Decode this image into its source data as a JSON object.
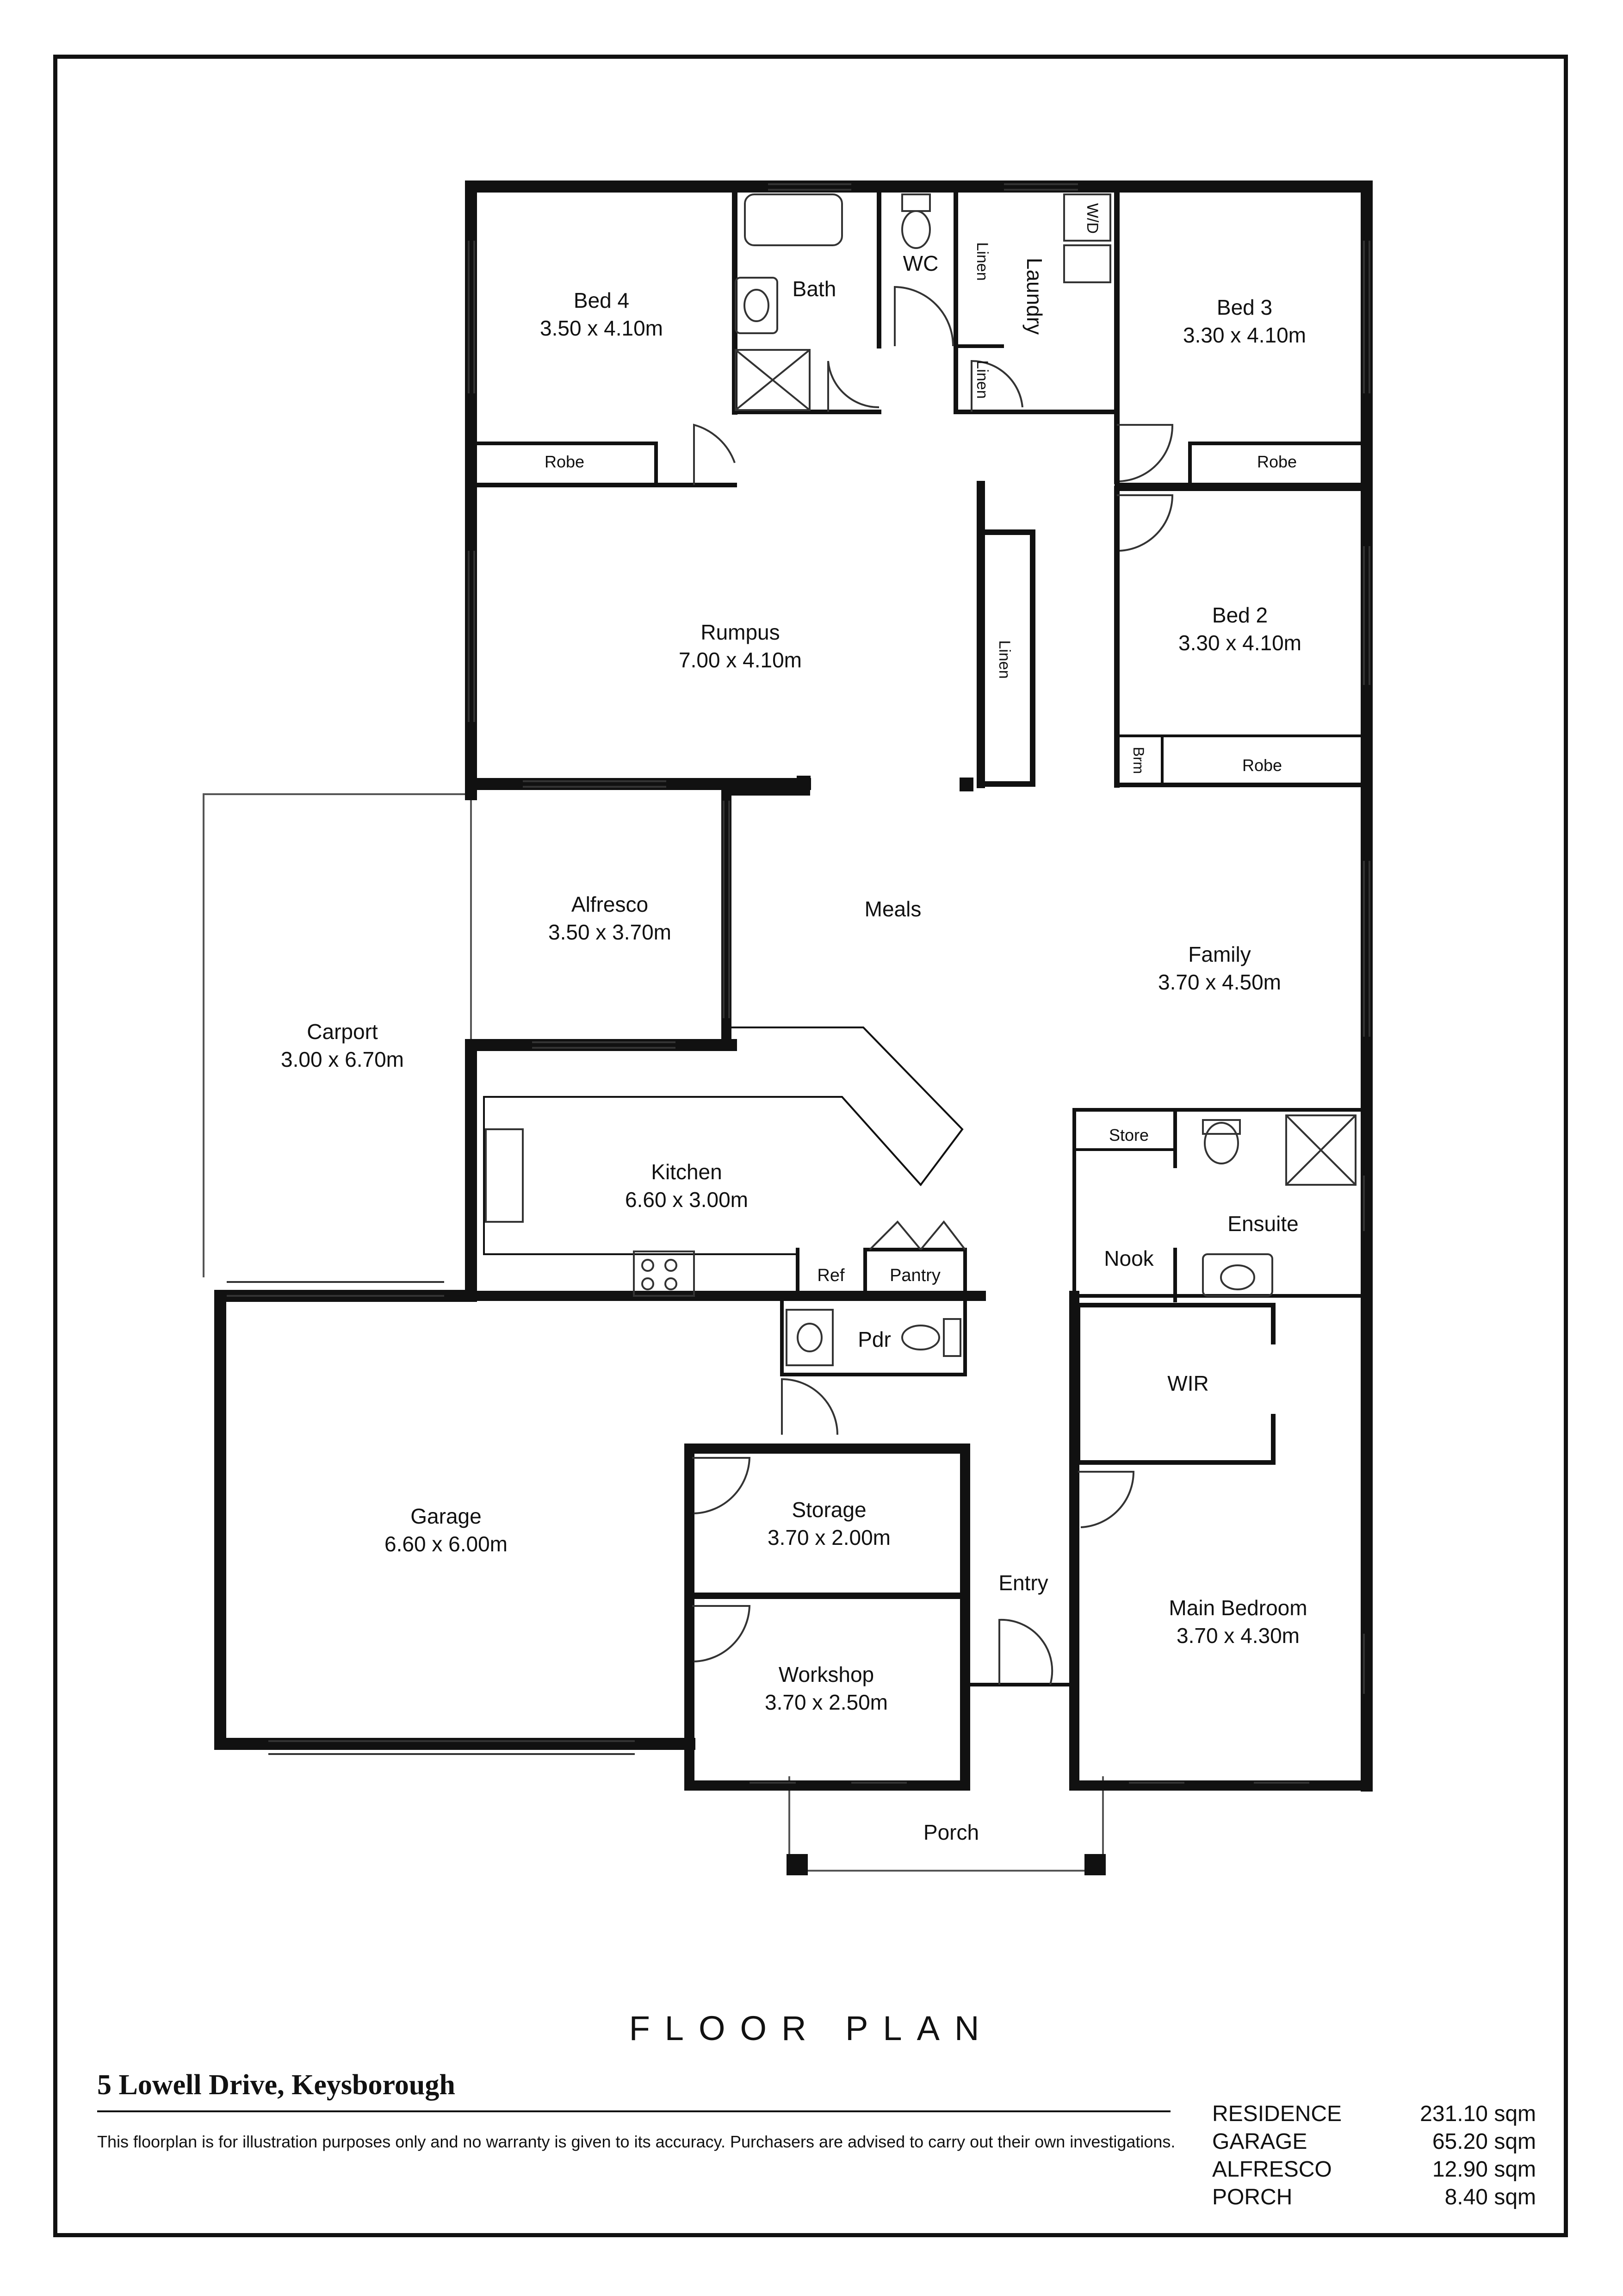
{
  "rooms": {
    "bed4": {
      "name": "Bed 4",
      "size": "3.50 x 4.10m"
    },
    "bath": {
      "name": "Bath"
    },
    "wc": {
      "name": "WC"
    },
    "linen_top": {
      "name": "Linen"
    },
    "laundry": {
      "name": "Laundry"
    },
    "linen_small": {
      "name": "Linen"
    },
    "wd": {
      "name": "W/D"
    },
    "bed3": {
      "name": "Bed 3",
      "size": "3.30 x 4.10m"
    },
    "robe_bed4": {
      "name": "Robe"
    },
    "robe_bed3": {
      "name": "Robe"
    },
    "rumpus": {
      "name": "Rumpus",
      "size": "7.00 x 4.10m"
    },
    "linen_hall": {
      "name": "Linen"
    },
    "bed2": {
      "name": "Bed 2",
      "size": "3.30 x 4.10m"
    },
    "brm": {
      "name": "Brm"
    },
    "robe_bed2": {
      "name": "Robe"
    },
    "alfresco": {
      "name": "Alfresco",
      "size": "3.50 x 3.70m"
    },
    "meals": {
      "name": "Meals"
    },
    "family": {
      "name": "Family",
      "size": "3.70 x 4.50m"
    },
    "carport": {
      "name": "Carport",
      "size": "3.00 x 6.70m"
    },
    "kitchen": {
      "name": "Kitchen",
      "size": "6.60 x 3.00m"
    },
    "ref": {
      "name": "Ref"
    },
    "pantry": {
      "name": "Pantry"
    },
    "store": {
      "name": "Store"
    },
    "ensuite": {
      "name": "Ensuite"
    },
    "nook": {
      "name": "Nook"
    },
    "pdr": {
      "name": "Pdr"
    },
    "wir": {
      "name": "WIR"
    },
    "garage": {
      "name": "Garage",
      "size": "6.60 x 6.00m"
    },
    "storage": {
      "name": "Storage",
      "size": "3.70 x 2.00m"
    },
    "entry": {
      "name": "Entry"
    },
    "main_bedroom": {
      "name": "Main Bedroom",
      "size": "3.70 x 4.30m"
    },
    "workshop": {
      "name": "Workshop",
      "size": "3.70 x 2.50m"
    },
    "porch": {
      "name": "Porch"
    }
  },
  "footer": {
    "title": "FLOOR PLAN",
    "address": "5 Lowell Drive, Keysborough",
    "disclaimer": "This floorplan is for illustration purposes only and no warranty is given to its accuracy. Purchasers are advised to carry out their own investigations."
  },
  "areas": [
    {
      "label": "RESIDENCE",
      "value": "231.10 sqm"
    },
    {
      "label": "GARAGE",
      "value": "65.20 sqm"
    },
    {
      "label": "ALFRESCO",
      "value": "12.90 sqm"
    },
    {
      "label": "PORCH",
      "value": "8.40 sqm"
    }
  ],
  "colors": {
    "wall": "#111111",
    "line": "#333333",
    "background": "#ffffff"
  }
}
